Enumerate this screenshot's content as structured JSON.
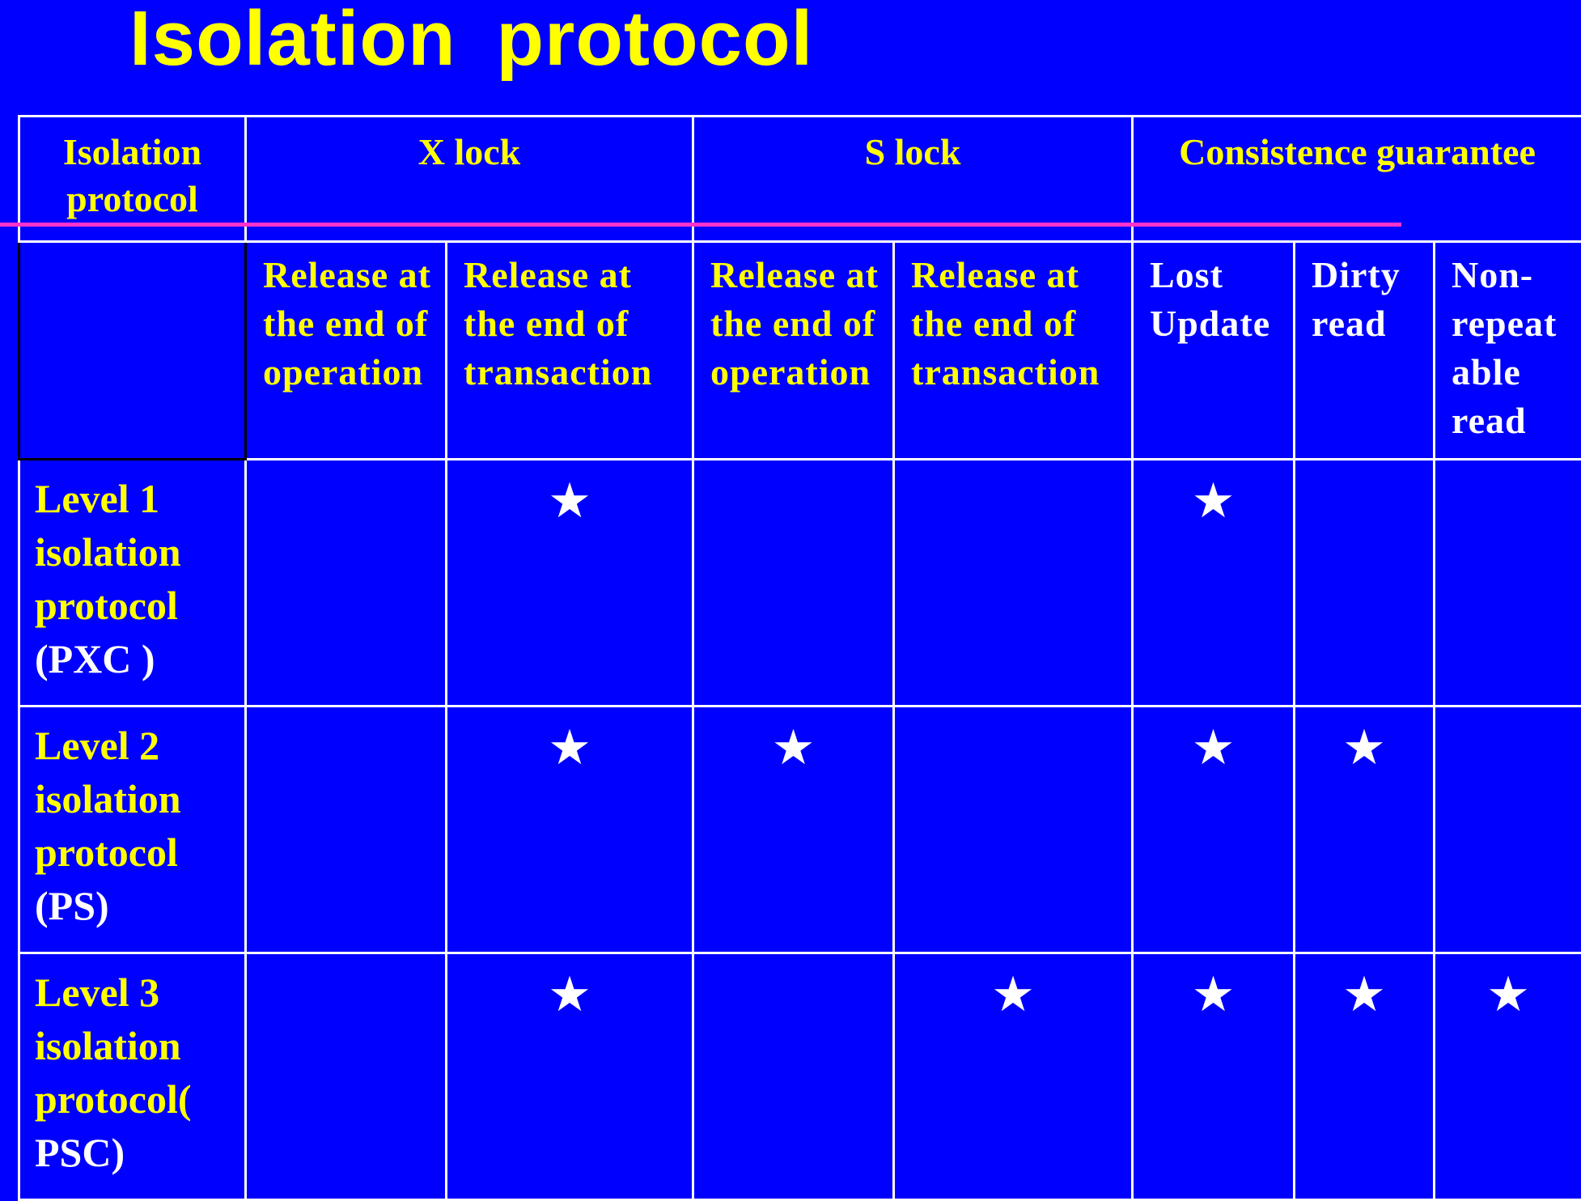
{
  "title": "Isolation  protocol",
  "table": {
    "header_row_1": {
      "isolation_protocol": "Isolation protocol",
      "x_lock": "X lock",
      "s_lock": "S lock",
      "consistence": "Consistence guarantee"
    },
    "header_row_2": {
      "x_release_op": "Release at the end of operation",
      "x_release_tx": "Release at the end of transaction",
      "s_release_op": "Release at the end of operation",
      "s_release_tx": "Release at the end of transaction",
      "lost_update": "Lost Update",
      "dirty_read": "Dirty read",
      "non_repeatable": "Non-repeat able read"
    },
    "mark_symbol": "★",
    "rows": [
      {
        "label_main": "Level 1 isolation protocol",
        "label_paren": "(PXC )",
        "x_op": false,
        "x_tx": true,
        "s_op": false,
        "s_tx": false,
        "lost_update": true,
        "dirty_read": false,
        "non_repeatable": false
      },
      {
        "label_main": "Level 2 isolation protocol",
        "label_paren": "(PS)",
        "x_op": false,
        "x_tx": true,
        "s_op": true,
        "s_tx": false,
        "lost_update": true,
        "dirty_read": true,
        "non_repeatable": false
      },
      {
        "label_main": "Level 3 isolation protocol(",
        "label_paren": "PSC)",
        "x_op": false,
        "x_tx": true,
        "s_op": false,
        "s_tx": true,
        "lost_update": true,
        "dirty_read": true,
        "non_repeatable": true
      }
    ]
  }
}
